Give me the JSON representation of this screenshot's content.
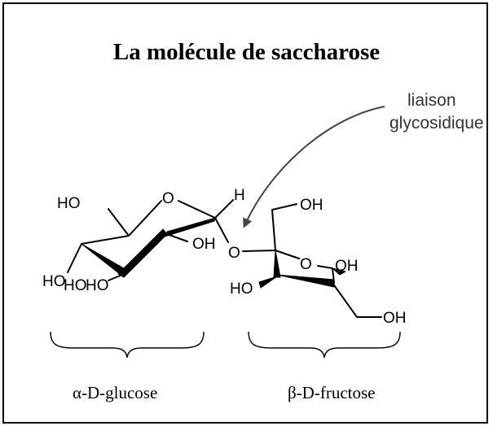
{
  "title": "La molécule de saccharose",
  "annotation": {
    "line1": "liaison",
    "line2": "glycosidique"
  },
  "captions": {
    "left": "α-D-glucose",
    "right": "β-D-fructose"
  },
  "atoms": {
    "glucose": {
      "ho_top": "HO",
      "o_ring": "O",
      "h": "H",
      "oh_mid": "OH",
      "ho_left": "HO",
      "ho_low_left": "HO",
      "ho_bottom": "HO"
    },
    "bridge": {
      "o": "O"
    },
    "fructose": {
      "oh_top": "OH",
      "o_ring": "O",
      "oh_right": "OH",
      "ho_left": "HO",
      "oh_bottom": "OH"
    }
  }
}
